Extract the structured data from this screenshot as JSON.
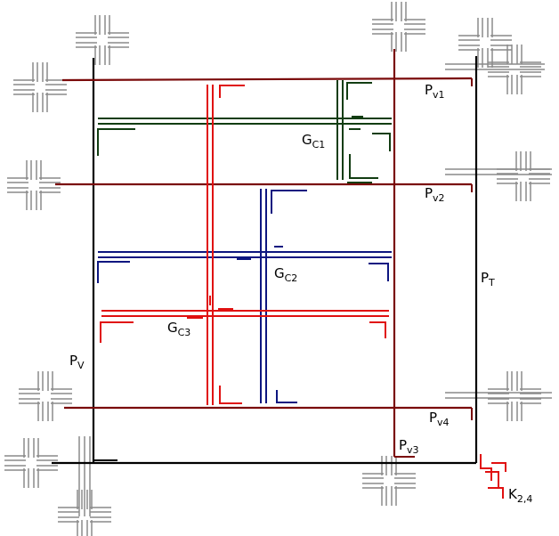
{
  "colors": {
    "black": "#000000",
    "maroon": "#7a0a0a",
    "green": "#123d12",
    "navy": "#0d1680",
    "red": "#e01010",
    "gray": "#8a8a8a"
  },
  "labels": {
    "pv1": {
      "main": "P",
      "sub": "v1"
    },
    "pv2": {
      "main": "P",
      "sub": "v2"
    },
    "pv3": {
      "main": "P",
      "sub": "v3"
    },
    "pv4": {
      "main": "P",
      "sub": "v4"
    },
    "pt": {
      "main": "P",
      "sub": "T"
    },
    "pv": {
      "main": "P",
      "sub": "V"
    },
    "gc1": {
      "main": "G",
      "sub": "C1"
    },
    "gc2": {
      "main": "G",
      "sub": "C2"
    },
    "gc3": {
      "main": "G",
      "sub": "C3"
    },
    "k24": {
      "main": "K",
      "sub": "2,4"
    }
  }
}
